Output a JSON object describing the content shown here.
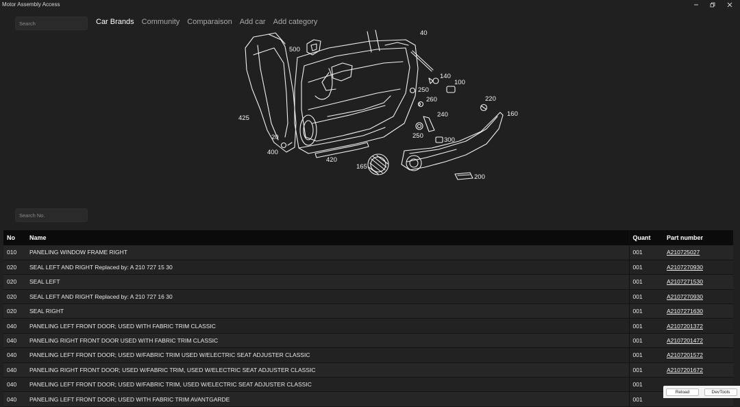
{
  "window": {
    "title": "Motor Assembly Access"
  },
  "search": {
    "placeholder": "Search"
  },
  "nav": [
    {
      "label": "Car Brands",
      "active": true
    },
    {
      "label": "Community",
      "active": false
    },
    {
      "label": "Comparaison",
      "active": false
    },
    {
      "label": "Add car",
      "active": false
    },
    {
      "label": "Add category",
      "active": false
    }
  ],
  "diagram": {
    "callouts": [
      "40",
      "500",
      "140",
      "100",
      "250",
      "260",
      "220",
      "160",
      "240",
      "425",
      "20",
      "400",
      "250",
      "300",
      "420",
      "165",
      "200"
    ]
  },
  "parts_search": {
    "placeholder": "Search No."
  },
  "table": {
    "headers": {
      "no": "No",
      "name": "Name",
      "quant": "Quant",
      "part": "Part number"
    },
    "rows": [
      {
        "no": "010",
        "name": "PANELING WINDOW FRAME RIGHT",
        "quant": "001",
        "part": "A210725027"
      },
      {
        "no": "020",
        "name": "SEAL LEFT AND RIGHT Replaced by: A 210 727 15 30",
        "quant": "001",
        "part": "A2107270930"
      },
      {
        "no": "020",
        "name": "SEAL LEFT",
        "quant": "001",
        "part": "A2107271530"
      },
      {
        "no": "020",
        "name": "SEAL LEFT AND RIGHT Replaced by: A 210 727 16 30",
        "quant": "001",
        "part": "A2107270930"
      },
      {
        "no": "020",
        "name": "SEAL RIGHT",
        "quant": "001",
        "part": "A2107271630"
      },
      {
        "no": "040",
        "name": "PANELING LEFT FRONT DOOR; USED WITH FABRIC TRIM CLASSIC",
        "quant": "001",
        "part": "A2107201372"
      },
      {
        "no": "040",
        "name": "PANELING RIGHT FRONT DOOR USED WITH FABRIC TRIM CLASSIC",
        "quant": "001",
        "part": "A2107201472"
      },
      {
        "no": "040",
        "name": "PANELING LEFT FRONT DOOR; USED W/FABRIC TRIM USED W/ELECTRIC SEAT ADJUSTER CLASSIC",
        "quant": "001",
        "part": "A2107201572"
      },
      {
        "no": "040",
        "name": "PANELING RIGHT FRONT DOOR; USED W/FABRIC TRIM, USED W/ELECTRIC SEAT ADJUSTER CLASSIC",
        "quant": "001",
        "part": "A2107201672"
      },
      {
        "no": "040",
        "name": "PANELING LEFT FRONT DOOR; USED W/FABRIC TRIM, USED W/ELECTRIC SEAT ADJUSTER CLASSIC",
        "quant": "001",
        "part": ""
      },
      {
        "no": "040",
        "name": "PANELING LEFT FRONT DOOR; USED WITH FABRIC TRIM AVANTGARDE",
        "quant": "001",
        "part": ""
      }
    ]
  },
  "devtools": {
    "reload_label": "Reload",
    "devtools_label": "DevTools"
  }
}
